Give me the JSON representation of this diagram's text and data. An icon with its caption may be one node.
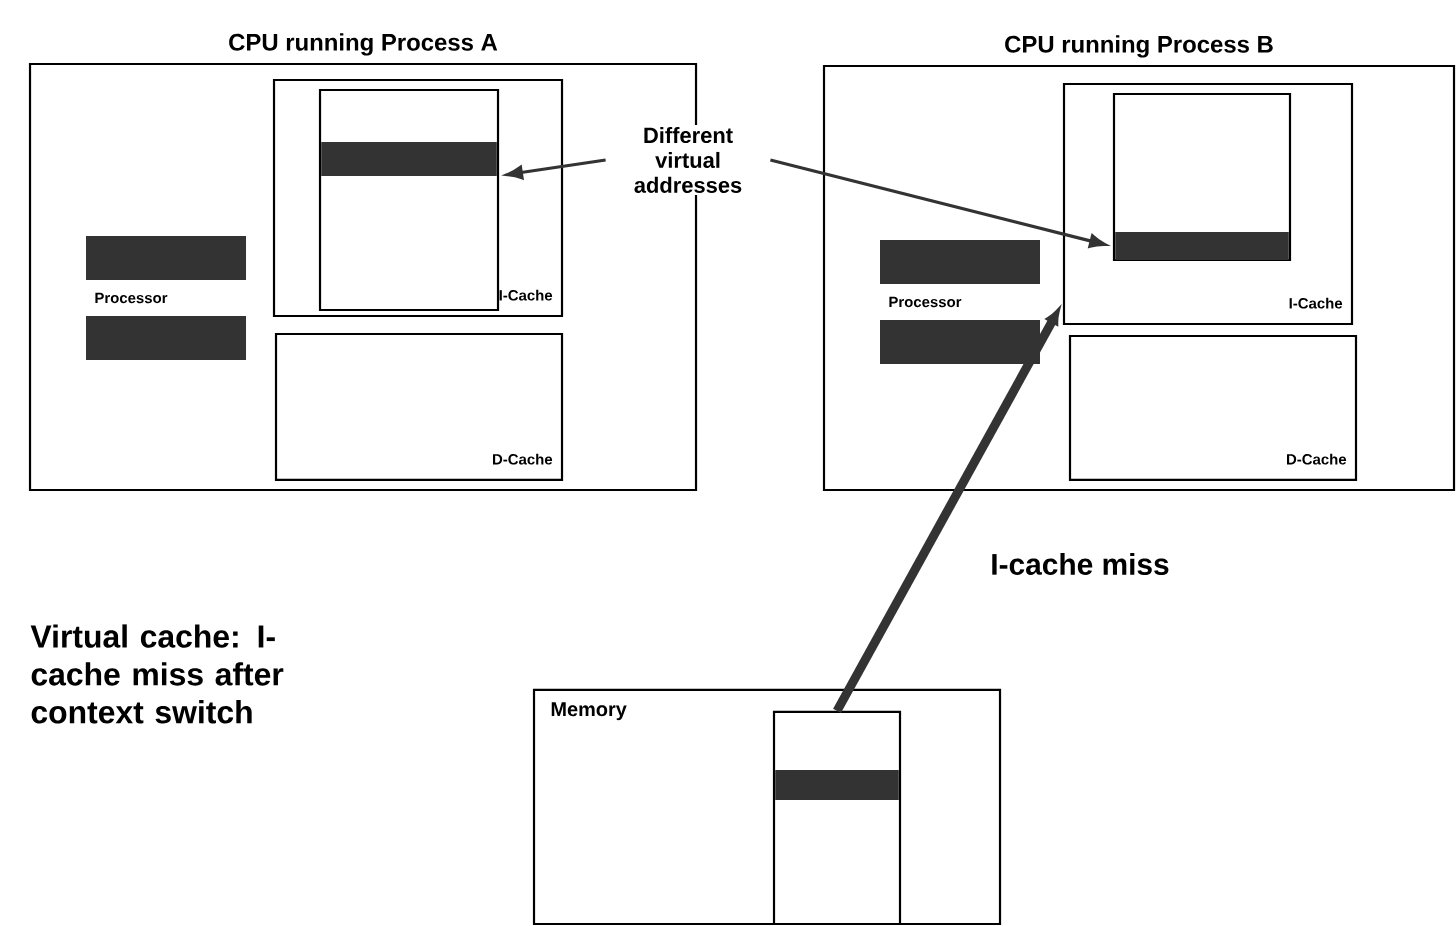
{
  "diagram": {
    "nodes": [
      {
        "text": [
          "CPU running Process A"
        ]
      },
      {
        "text": [
          "Processor"
        ],
        "in": 0
      },
      {
        "text": [
          "I-Cache"
        ],
        "in": 0
      },
      {
        "text": [],
        "shape": "box",
        "in": 2
      },
      {
        "text": [
          "D-Cache"
        ],
        "in": 0
      },
      {
        "text": [
          "Different virtual addresses"
        ]
      },
      {
        "text": [
          "CPU running Process B"
        ]
      },
      {
        "text": [
          "Processor"
        ],
        "in": 6
      },
      {
        "text": [
          "I-Cache"
        ],
        "in": 6
      },
      {
        "text": [],
        "shape": "box",
        "in": 8
      },
      {
        "text": [
          "D-Cache"
        ],
        "in": 6
      },
      {
        "text": [
          "Memory"
        ]
      },
      {
        "text": [],
        "shape": "box",
        "in": 11
      }
    ],
    "edges": [
      {
        "from": 5,
        "to": 3,
        "arrow": "to"
      },
      {
        "from": 5,
        "to": 9,
        "arrow": "to"
      },
      {
        "from": 12,
        "to": 8,
        "arrow": "to",
        "label": "I-cache miss",
        "style": "thick"
      }
    ],
    "labels": [
      "Virtual cache: I-cache miss after context switch"
    ]
  }
}
